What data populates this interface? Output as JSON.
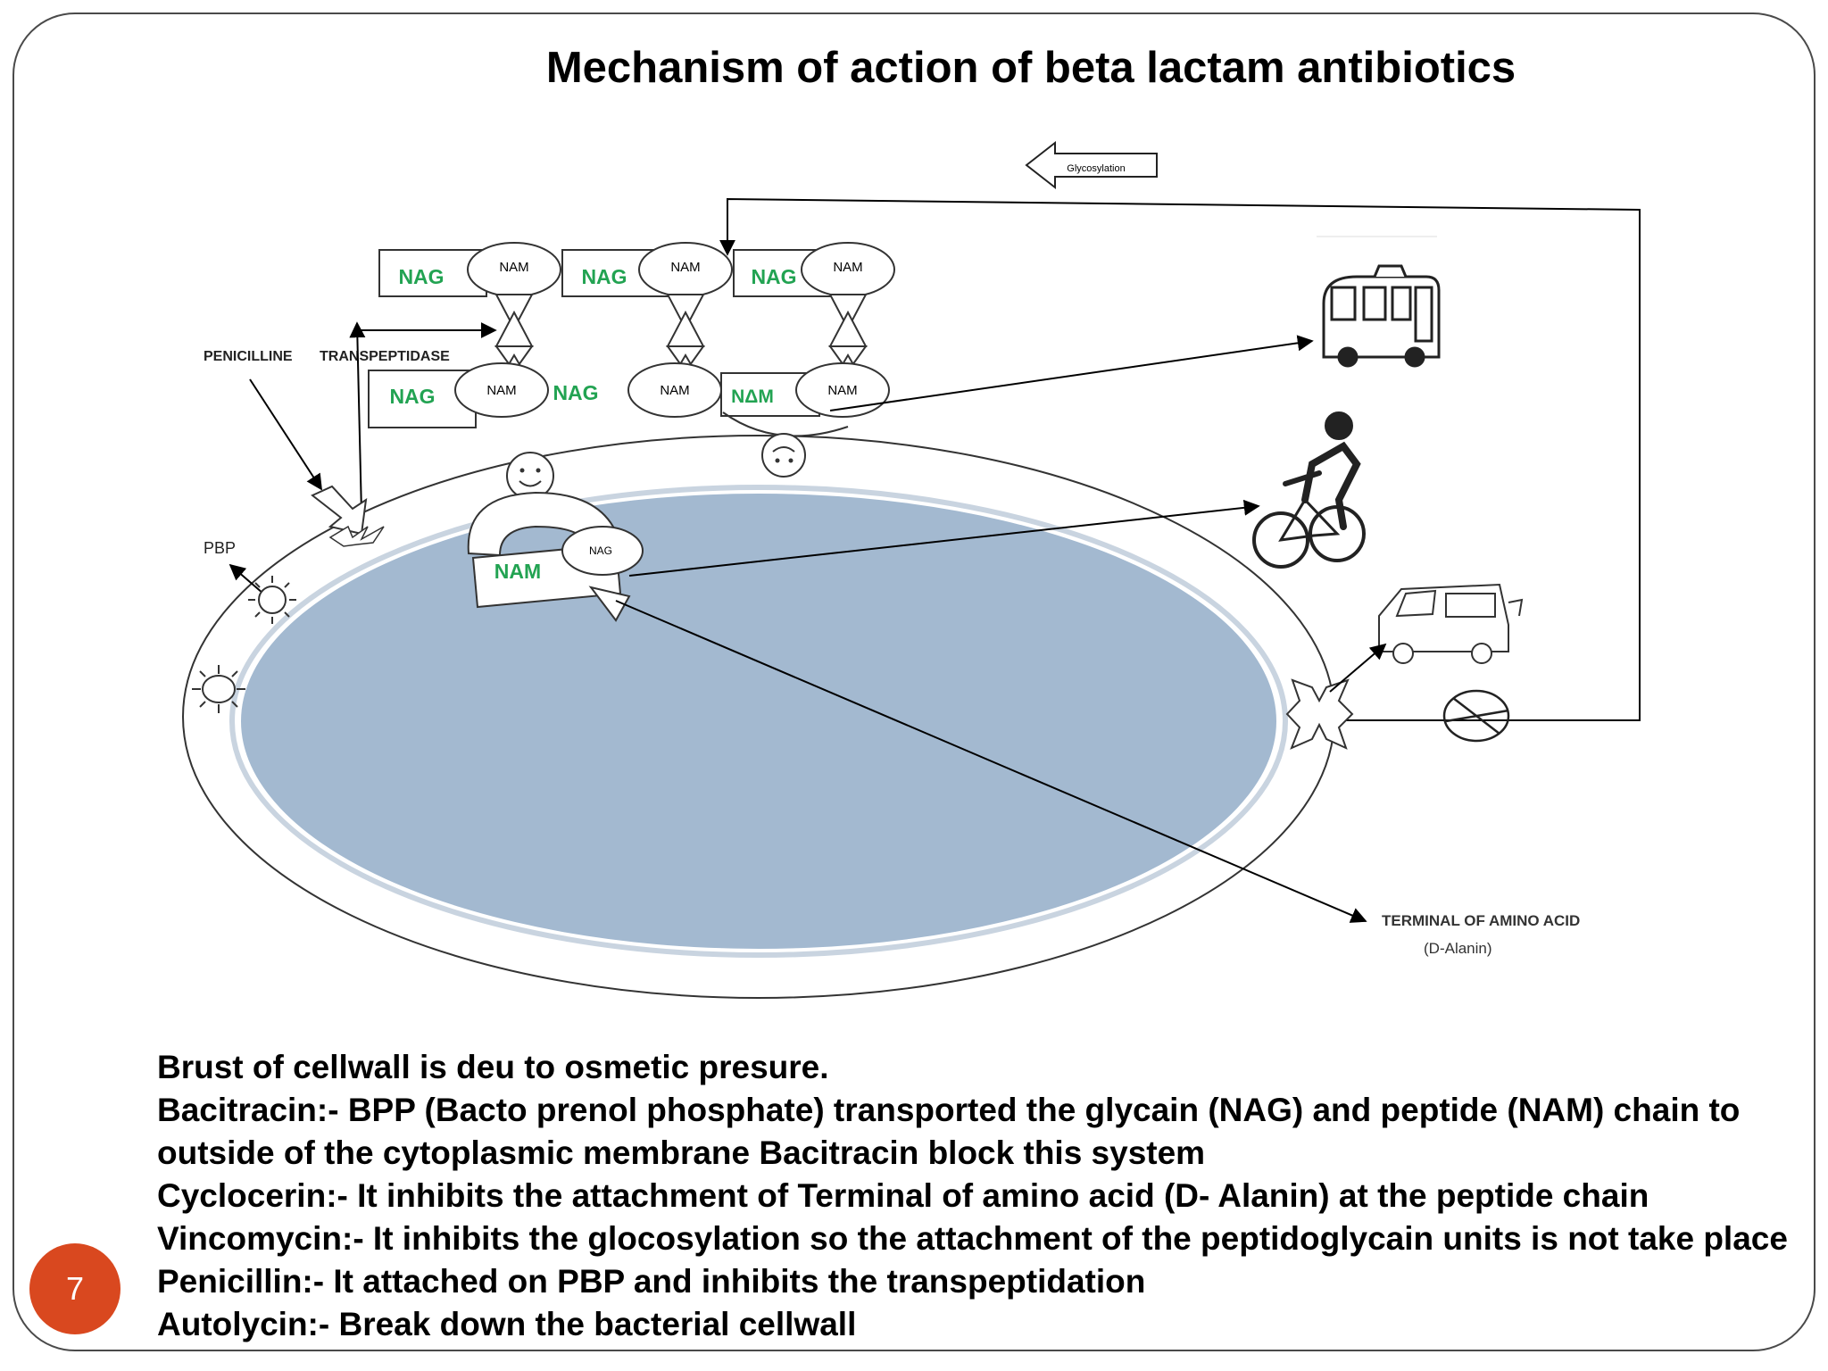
{
  "slide": {
    "title": "Mechanism of action of beta lactam antibiotics",
    "page_number": "7",
    "colors": {
      "cytoplasm": "#a3b9d0",
      "sugar_text": "#22a352",
      "page_badge": "#d9481f"
    }
  },
  "diagram": {
    "labels": {
      "glycosylation": "Glycosylation",
      "penicilline": "PENICILLINE",
      "transpeptidase": "TRANSPEPTIDASE",
      "pbp": "PBP",
      "terminal_amino_acid": "TERMINAL OF AMINO ACID",
      "d_alanin": "(D-Alanin)"
    },
    "top_row": [
      {
        "nag": "NAG",
        "nam": "NAM"
      },
      {
        "nag": "NAG",
        "nam": "NAM"
      },
      {
        "nag": "NAG",
        "nam": "NAM"
      }
    ],
    "bottom_row": [
      {
        "nag": "NAG",
        "nam": "NAM"
      },
      {
        "nag": "NAG",
        "nam": "NAM"
      },
      {
        "nag": "NΔM",
        "nam": "NAM"
      }
    ],
    "inner_unit": {
      "nam": "NAM",
      "nag": "NAG"
    },
    "icons": [
      "bus-icon",
      "cyclist-icon",
      "van-icon",
      "blocked-circle-icon",
      "smiley-icon",
      "sun-icon"
    ]
  },
  "text_lines": [
    "Brust of cellwall is deu to osmetic presure.",
    "Bacitracin:- BPP (Bacto prenol phosphate) transported the glycain (NAG) and peptide (NAM) chain to outside of the cytoplasmic membrane  Bacitracin block this system",
    "Cyclocerin:- It inhibits the attachment of Terminal of amino acid (D- Alanin) at the peptide chain",
    "Vincomycin:- It inhibits the  glocosylation so the attachment of the peptidoglycain units is not take place",
    "Penicillin:- It attached on PBP and inhibits the transpeptidation",
    "Autolycin:- Break down the bacterial cellwall"
  ]
}
